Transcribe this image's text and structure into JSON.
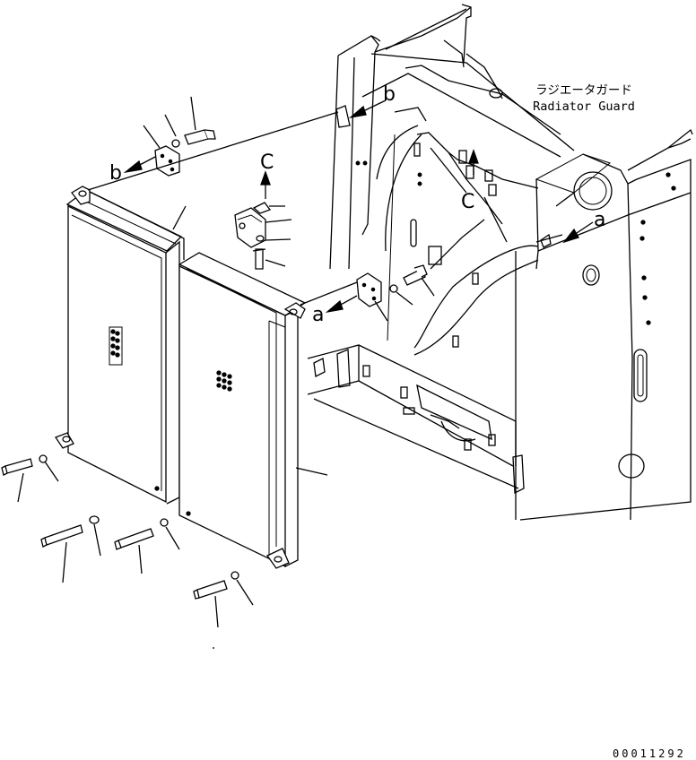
{
  "title_jp": "ラジエータガード",
  "title_en": "Radiator Guard",
  "callouts": {
    "a_left": "a",
    "a_right": "a",
    "b_left": "b",
    "b_top": "b",
    "c_left": "C",
    "c_right": "C"
  },
  "document_number": "00011292",
  "colors": {
    "line": "#000000",
    "background": "#ffffff"
  }
}
